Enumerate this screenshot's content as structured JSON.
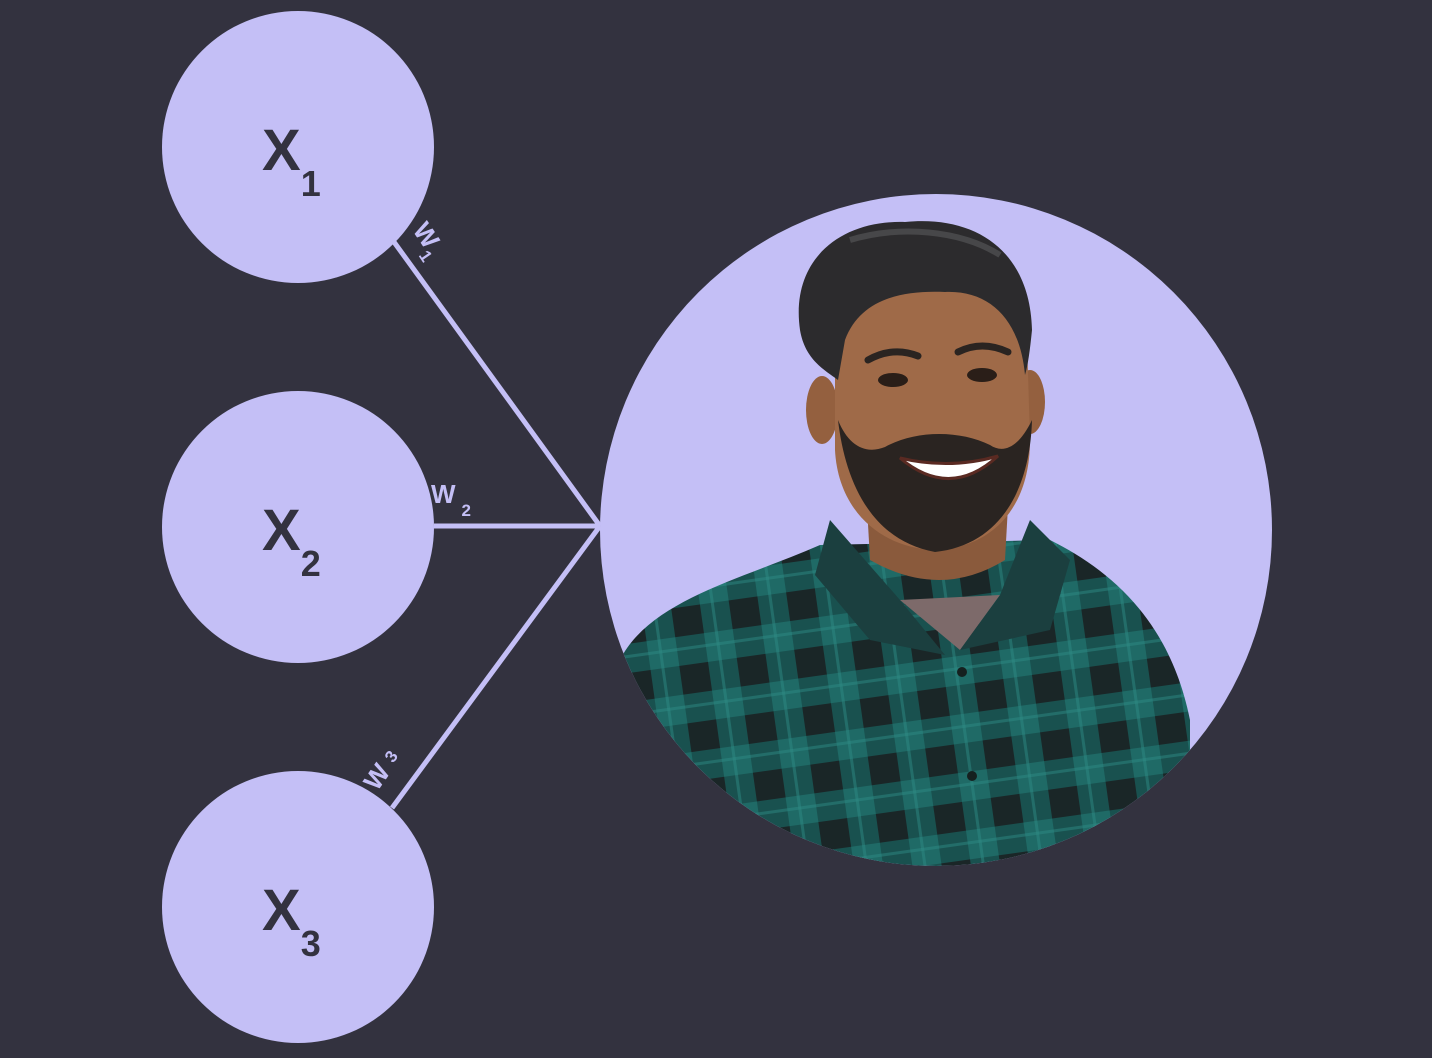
{
  "colors": {
    "background": "#33323f",
    "node_fill": "#c4bff6",
    "edge": "#c4bff6",
    "node_text": "#33323f",
    "shirt_teal": "#1f6a66",
    "shirt_dark": "#1d2628",
    "skin": "#9a6645",
    "hair": "#2b2a2b"
  },
  "inputs": [
    {
      "base": "X",
      "sub": "1"
    },
    {
      "base": "X",
      "sub": "2"
    },
    {
      "base": "X",
      "sub": "3"
    }
  ],
  "weights": [
    {
      "base": "W",
      "sub": "1"
    },
    {
      "base": "W",
      "sub": "2"
    },
    {
      "base": "W",
      "sub": "3"
    }
  ],
  "output_node": {
    "content": "smiling-person-photo"
  }
}
